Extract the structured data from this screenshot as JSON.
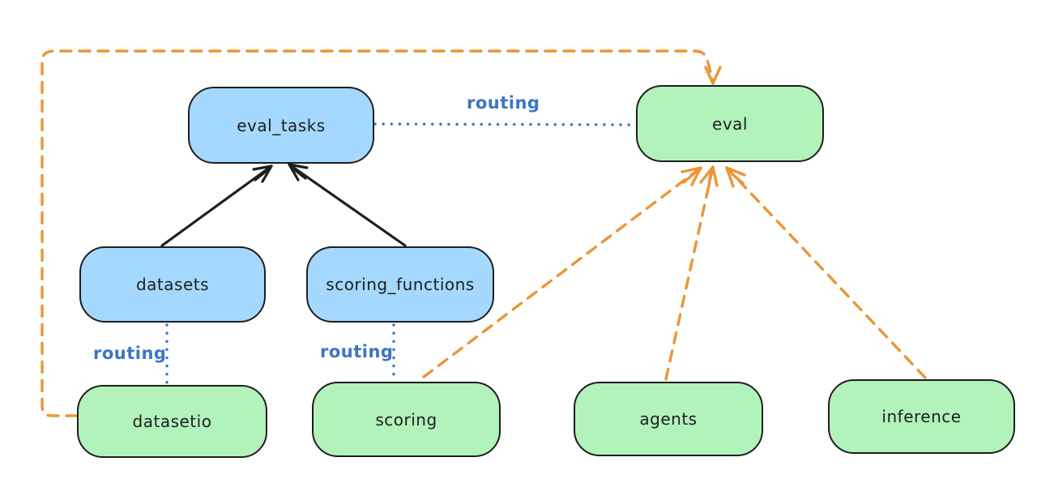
{
  "colors": {
    "background": "#ffffff",
    "node_stroke": "#1e1e1e",
    "node_blue_fill": "#a5d8ff",
    "node_green_fill": "#b2f2bb",
    "routing_blue": "#3d74c4",
    "provider_orange": "#ec9535",
    "solid_arrow_black": "#1e1e1e"
  },
  "nodes": [
    {
      "id": "eval_tasks",
      "label": "eval_tasks",
      "fill": "blue"
    },
    {
      "id": "eval",
      "label": "eval",
      "fill": "green"
    },
    {
      "id": "datasets",
      "label": "datasets",
      "fill": "blue"
    },
    {
      "id": "scoring_functions",
      "label": "scoring_functions",
      "fill": "blue"
    },
    {
      "id": "datasetio",
      "label": "datasetio",
      "fill": "green"
    },
    {
      "id": "scoring",
      "label": "scoring",
      "fill": "green"
    },
    {
      "id": "agents",
      "label": "agents",
      "fill": "green"
    },
    {
      "id": "inference",
      "label": "inference",
      "fill": "green"
    }
  ],
  "edge_labels": [
    {
      "id": "routing-eval-tasks-to-eval",
      "text": "routing"
    },
    {
      "id": "routing-datasets-to-datasetio",
      "text": "routing"
    },
    {
      "id": "routing-scoring-functions-scoring",
      "text": "routing"
    }
  ],
  "edges": [
    {
      "from": "datasets",
      "to": "eval_tasks",
      "style": "solid",
      "color": "#1e1e1e",
      "arrowhead": true,
      "label": ""
    },
    {
      "from": "scoring_functions",
      "to": "eval_tasks",
      "style": "solid",
      "color": "#1e1e1e",
      "arrowhead": true,
      "label": ""
    },
    {
      "from": "eval_tasks",
      "to": "eval",
      "style": "dotted",
      "color": "#3d74c4",
      "arrowhead": false,
      "label": "routing"
    },
    {
      "from": "datasets",
      "to": "datasetio",
      "style": "dotted",
      "color": "#3d74c4",
      "arrowhead": false,
      "label": "routing"
    },
    {
      "from": "scoring_functions",
      "to": "scoring",
      "style": "dotted",
      "color": "#3d74c4",
      "arrowhead": false,
      "label": "routing"
    },
    {
      "from": "datasetio",
      "to": "eval",
      "style": "dashed",
      "color": "#ec9535",
      "arrowhead": true,
      "label": "",
      "route": "left-edge-and-top-elbow"
    },
    {
      "from": "scoring",
      "to": "eval",
      "style": "dashed",
      "color": "#ec9535",
      "arrowhead": true,
      "label": ""
    },
    {
      "from": "agents",
      "to": "eval",
      "style": "dashed",
      "color": "#ec9535",
      "arrowhead": true,
      "label": ""
    },
    {
      "from": "inference",
      "to": "eval",
      "style": "dashed",
      "color": "#ec9535",
      "arrowhead": true,
      "label": ""
    }
  ]
}
